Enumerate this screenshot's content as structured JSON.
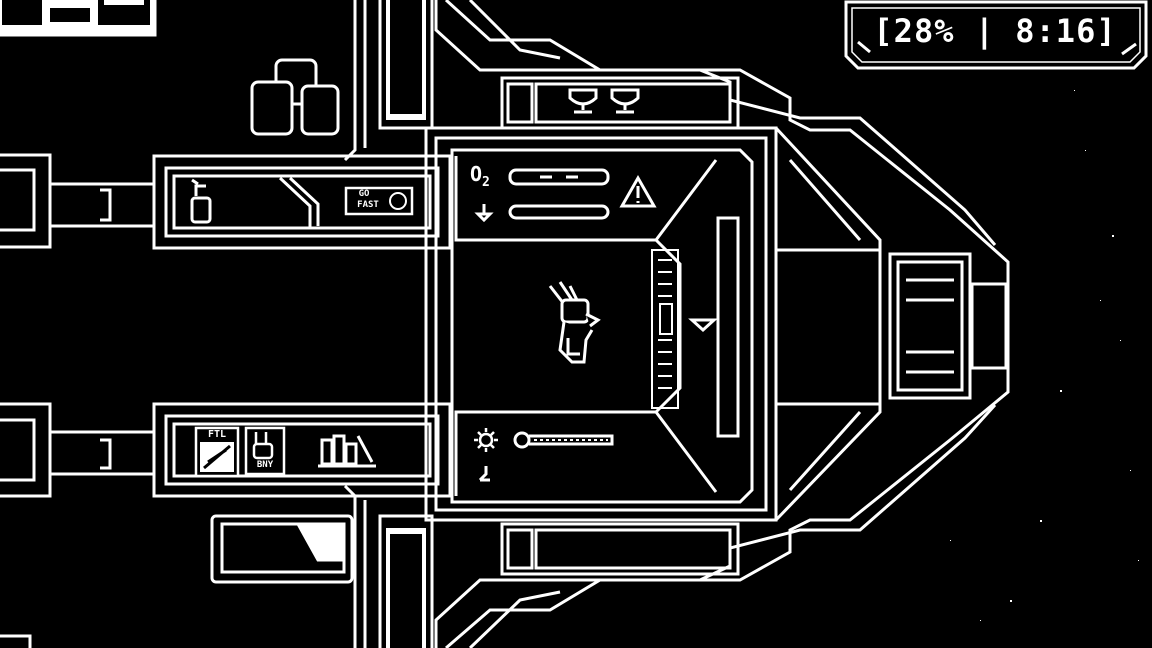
{
  "hud": {
    "progress": "28%",
    "timer": "8:16",
    "display": "[28% | 8:16]"
  },
  "labels": {
    "o2": "O",
    "o2_sub": "2",
    "go": "GO",
    "fast": "FAST",
    "ftl": "FTL",
    "bny": "BNY"
  },
  "colors": {
    "background": "#000000",
    "foreground": "#ffffff"
  },
  "icons": [
    "trophy-icon",
    "warning-icon",
    "extinguisher-icon",
    "sun-icon",
    "bunny-icon",
    "rocket-icon",
    "books-icon",
    "arrow-down-icon"
  ]
}
